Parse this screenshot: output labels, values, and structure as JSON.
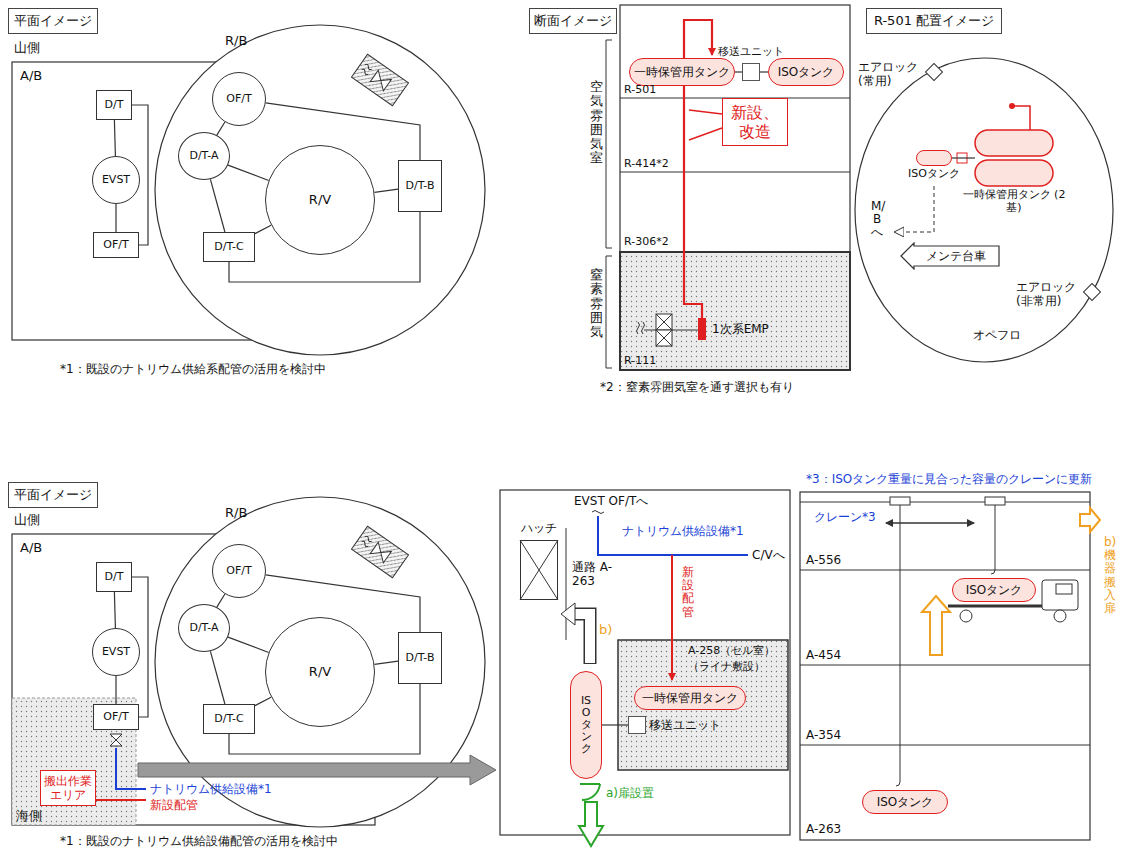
{
  "diagram": {
    "nodes": [
      {
        "text": [
          "平面イメージ"
        ]
      },
      {
        "text": [
          "A/B"
        ]
      },
      {
        "text": [
          "D/T"
        ],
        "in": 1
      },
      {
        "text": [
          "EVST"
        ],
        "in": 1
      },
      {
        "text": [
          "OF/T"
        ],
        "in": 1
      },
      {
        "text": [
          "R/B"
        ]
      },
      {
        "text": [
          "OF/T"
        ],
        "in": 5
      },
      {
        "text": [
          "D/T-A"
        ],
        "in": 5
      },
      {
        "text": [
          "R/V"
        ],
        "in": 5
      },
      {
        "text": [
          "D/T-B"
        ],
        "in": 5
      },
      {
        "text": [
          "D/T-C"
        ],
        "in": 5
      },
      {
        "text": [
          "断面イメージ"
        ]
      },
      {
        "text": [
          "一時保管用タンク"
        ]
      },
      {
        "text": [
          "移送ユニット"
        ]
      },
      {
        "text": [
          "ISOタンク"
        ]
      },
      {
        "text": [
          "新設、改造"
        ]
      },
      {
        "text": [
          "R-501 配置イメージ"
        ]
      },
      {
        "text": [
          "オペフロ"
        ]
      },
      {
        "text": [
          "ISOタンク"
        ],
        "in": 17
      },
      {
        "text": [
          "一時保管用タンク (2基)"
        ],
        "in": 17
      },
      {
        "text": [
          "メンテ台車"
        ],
        "in": 17
      },
      {
        "text": [
          "平面イメージ"
        ]
      },
      {
        "text": [
          "A/B"
        ]
      },
      {
        "text": [
          "D/T"
        ],
        "in": 22
      },
      {
        "text": [
          "EVST"
        ],
        "in": 22
      },
      {
        "text": [
          "OF/T"
        ],
        "in": 22
      },
      {
        "text": [
          "搬出作業エリア"
        ],
        "in": 22
      },
      {
        "text": [
          "R/B"
        ]
      },
      {
        "text": [
          "OF/T"
        ],
        "in": 27
      },
      {
        "text": [
          "D/T-A"
        ],
        "in": 27
      },
      {
        "text": [
          "R/V"
        ],
        "in": 27
      },
      {
        "text": [
          "D/T-B"
        ],
        "in": 27
      },
      {
        "text": [
          "D/T-C"
        ],
        "in": 27
      },
      {
        "text": [
          "ハッチ"
        ]
      },
      {
        "text": [
          "A-258（セル室）",
          "（ライナ敷設）"
        ]
      },
      {
        "text": [
          "一時保管用タンク"
        ],
        "in": 34
      },
      {
        "text": [
          "移送ユニット"
        ],
        "in": 34
      },
      {
        "text": [
          "ISOタンク"
        ]
      },
      {
        "text": [
          "ISOタンク"
        ]
      },
      {
        "text": [
          "ISOタンク"
        ]
      }
    ],
    "edges": [
      {
        "from": 2,
        "to": 3,
        "arrow": "none"
      },
      {
        "from": 3,
        "to": 4,
        "arrow": "none"
      },
      {
        "from": 2,
        "to": 4,
        "arrow": "none"
      },
      {
        "from": 6,
        "to": 7,
        "arrow": "none"
      },
      {
        "from": 7,
        "to": 8,
        "arrow": "none"
      },
      {
        "from": 8,
        "to": 9,
        "arrow": "none"
      },
      {
        "from": 8,
        "to": 10,
        "arrow": "none"
      },
      {
        "from": 6,
        "to": 9,
        "arrow": "none"
      },
      {
        "from": 9,
        "to": 10,
        "arrow": "none"
      },
      {
        "from": 7,
        "to": 10,
        "arrow": "none"
      },
      {
        "from": 12,
        "to": 13,
        "arrow": "none"
      },
      {
        "from": 13,
        "to": 14,
        "arrow": "none"
      },
      {
        "from": 18,
        "to": 19,
        "arrow": "none"
      },
      {
        "from": 23,
        "to": 24,
        "arrow": "none"
      },
      {
        "from": 24,
        "to": 25,
        "arrow": "none"
      },
      {
        "from": 23,
        "to": 25,
        "arrow": "none"
      },
      {
        "from": 28,
        "to": 29,
        "arrow": "none"
      },
      {
        "from": 29,
        "to": 30,
        "arrow": "none"
      },
      {
        "from": 30,
        "to": 31,
        "arrow": "none"
      },
      {
        "from": 30,
        "to": 32,
        "arrow": "none"
      },
      {
        "from": 28,
        "to": 31,
        "arrow": "none"
      },
      {
        "from": 31,
        "to": 32,
        "arrow": "none"
      },
      {
        "from": 29,
        "to": 32,
        "arrow": "none"
      },
      {
        "from": 36,
        "to": 37,
        "arrow": "none"
      }
    ],
    "labels": [
      "山側",
      "*1：既設のナトリウム供給系配管の活用を検討中",
      "R-501",
      "R-414*2",
      "R-306*2",
      "R-111",
      "空気雰囲気室",
      "窒素雰囲気",
      "1次系EMP",
      "*2：窒素雰囲気室を通す選択も有り",
      "エアロック (常用)",
      "M/Bへ",
      "エアロック (非常用)",
      "山側",
      "ナトリウム供給設備*1",
      "新設配管",
      "海側",
      "*1：既設のナトリウム供給設備配管の活用を検討中",
      "EVST OF/Tへ",
      "ナトリウム供給設備*1",
      "C/Vへ",
      "通路 A-263",
      "b)",
      "新設配管",
      "a)扉設置",
      "*3：ISOタンク重量に見合った容量のクレーンに更新",
      "クレーン*3",
      "b)機器搬入扉",
      "A-556",
      "A-454",
      "A-354",
      "A-263"
    ]
  }
}
